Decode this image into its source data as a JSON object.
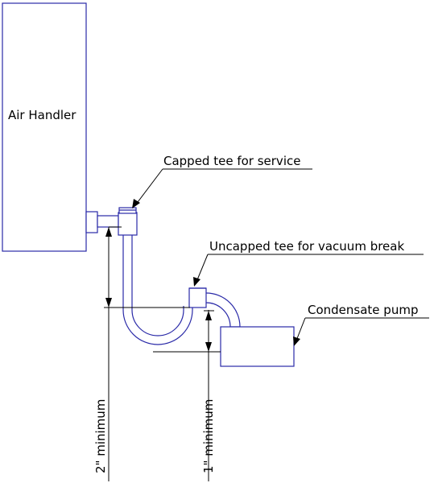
{
  "labels": {
    "air_handler": "Air Handler",
    "capped_tee": "Capped tee for service",
    "uncapped_tee": "Uncapped tee for vacuum break",
    "condensate_pump": "Condensate pump",
    "dim_two_inch": "2\" minimum",
    "dim_one_inch": "1\" minimum"
  },
  "colors": {
    "pipe": "#2a2aa8",
    "annotation": "#000000",
    "background": "#ffffff"
  }
}
